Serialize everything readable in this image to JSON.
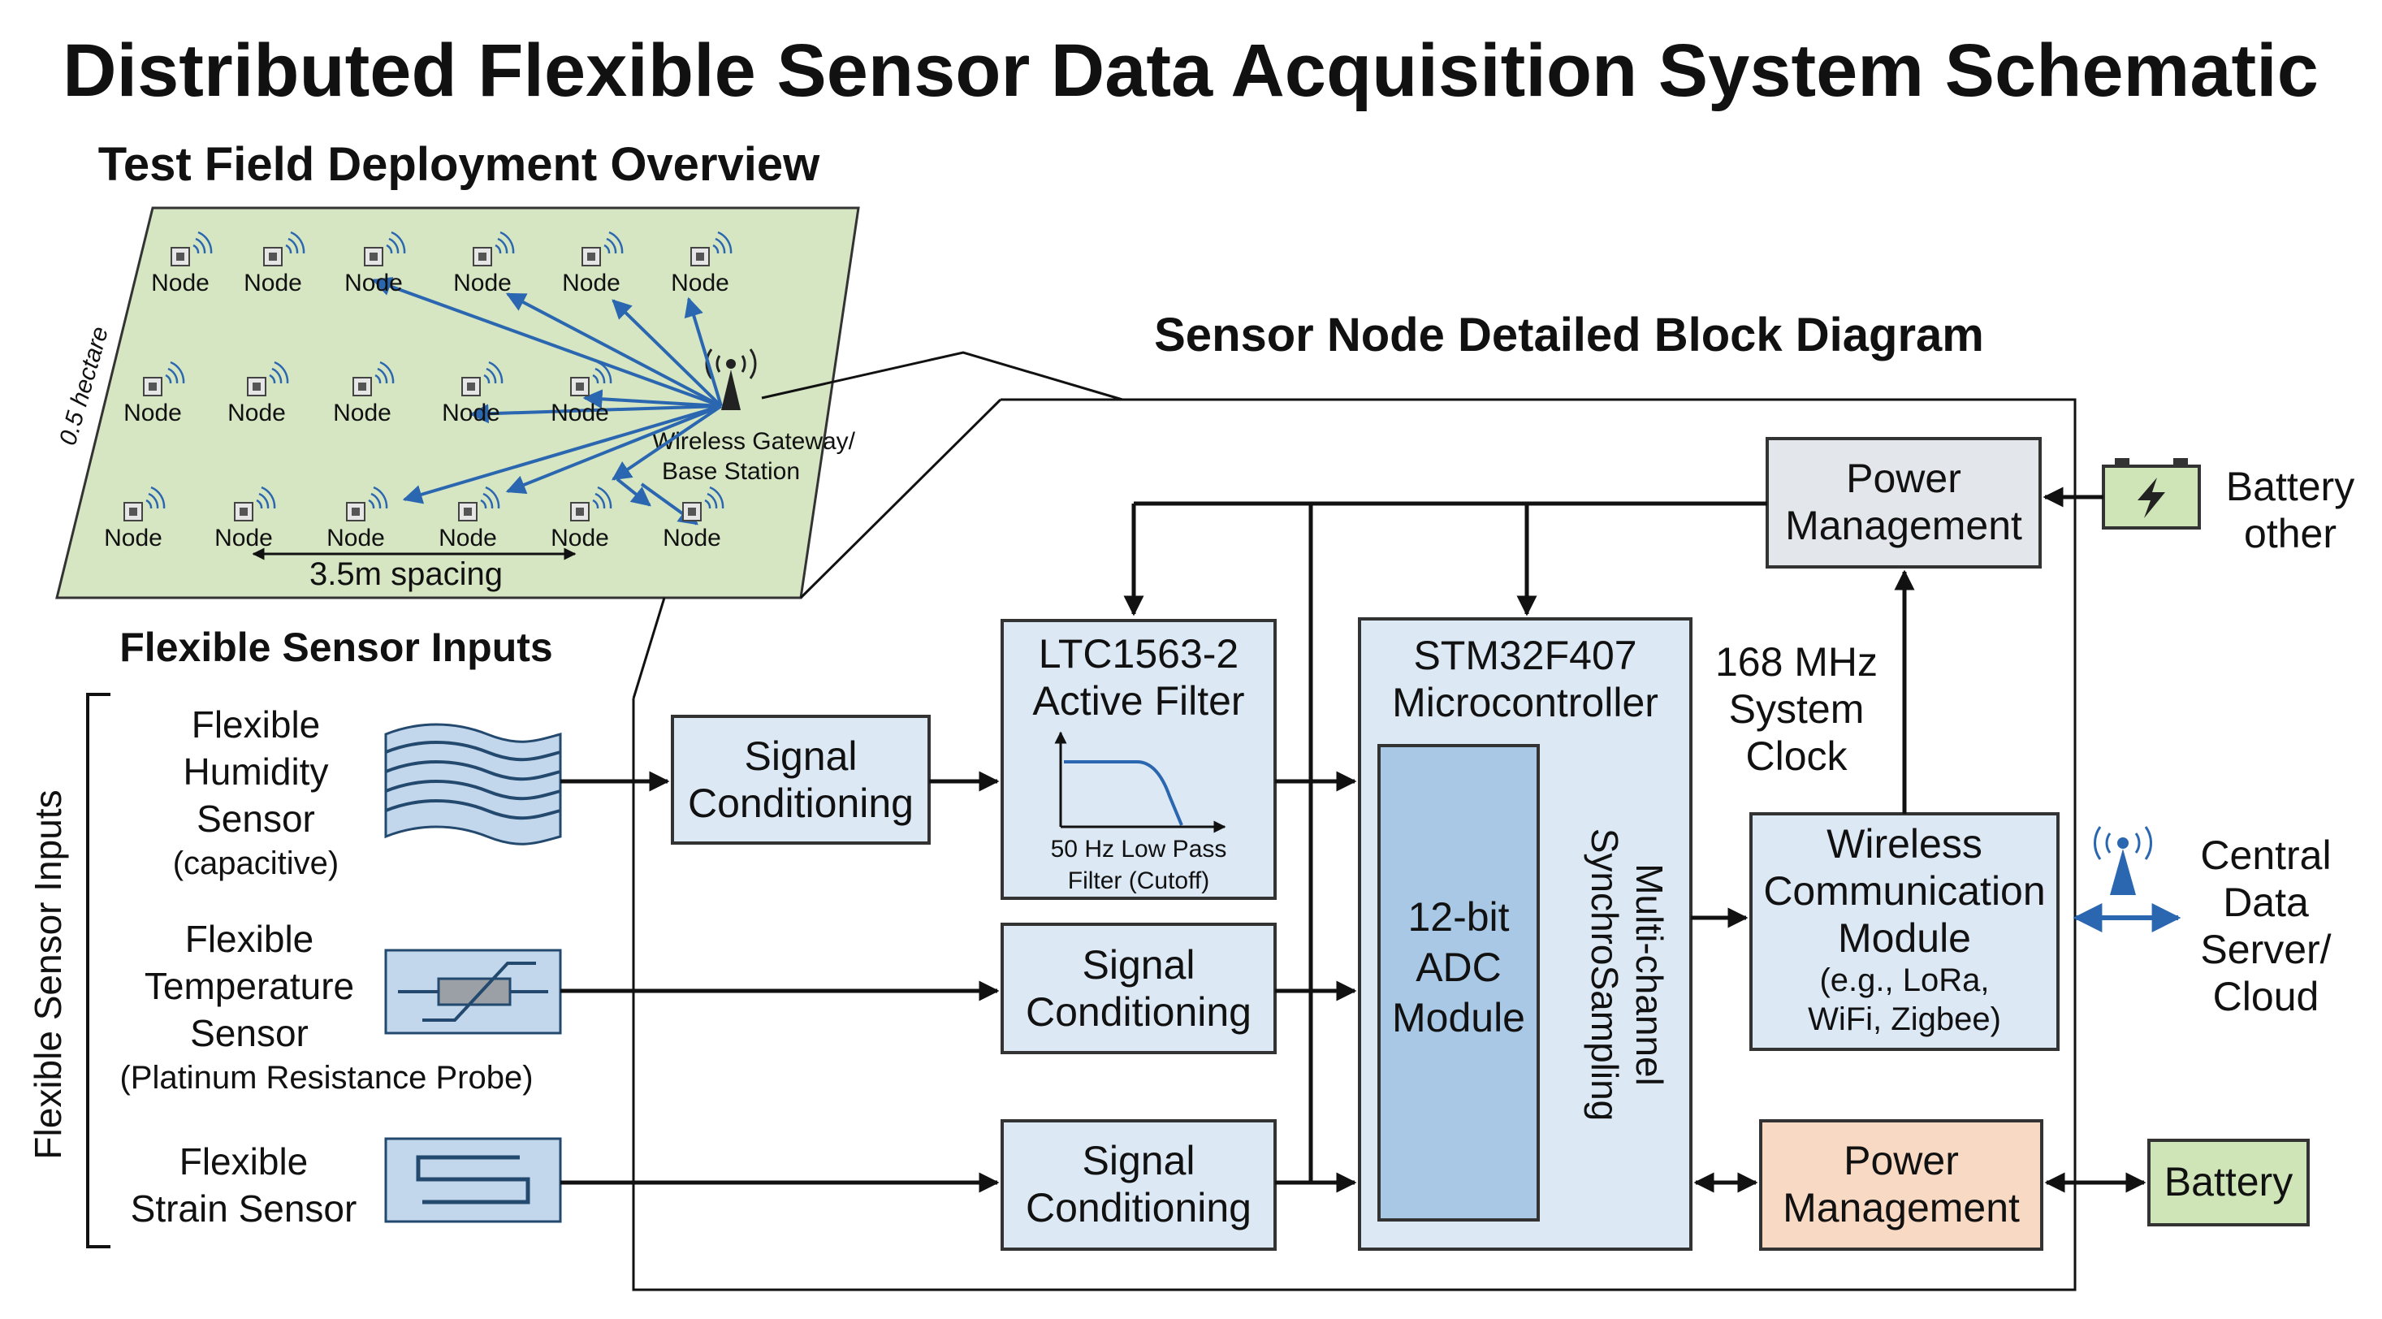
{
  "title": "Distributed Flexible Sensor Data Acquisition System Schematic",
  "field": {
    "heading": "Test Field Deployment Overview",
    "area_label": "0.5 hectare",
    "node_label": "Node",
    "gateway_line1": "Wireless Gateway/",
    "gateway_line2": "Base Station",
    "spacing_label": "3.5m spacing"
  },
  "inputs": {
    "heading": "Flexible Sensor Inputs",
    "side_label": "Flexible Sensor Inputs",
    "humidity": {
      "line1": "Flexible",
      "line2": "Humidity",
      "line3": "Sensor",
      "note": "(capacitive)"
    },
    "temperature": {
      "line1": "Flexible",
      "line2": "Temperature",
      "line3": "Sensor",
      "note": "(Platinum Resistance Probe)"
    },
    "strain": {
      "line1": "Flexible",
      "line2": "Strain Sensor"
    }
  },
  "block": {
    "heading": "Sensor Node Detailed Block Diagram",
    "signal_conditioning_1": [
      "Signal",
      "Conditioning"
    ],
    "signal_conditioning_2": [
      "Signal",
      "Conditioning"
    ],
    "signal_conditioning_3": [
      "Signal",
      "Conditioning"
    ],
    "filter": {
      "line1": "LTC1563-2",
      "line2": "Active Filter",
      "note1": "50 Hz Low Pass",
      "note2": "Filter (Cutoff)"
    },
    "mcu": {
      "line1": "STM32F407",
      "line2": "Microcontroller"
    },
    "adc": [
      "12-bit",
      "ADC",
      "Module"
    ],
    "sync": [
      "Multi-channel",
      "SynchroSampling"
    ],
    "clock": [
      "168 MHz",
      "System",
      "Clock"
    ],
    "power_top": [
      "Power",
      "Management"
    ],
    "power_bottom": [
      "Power",
      "Management"
    ],
    "wireless": [
      "Wireless",
      "Communication",
      "Module",
      "(e.g., LoRa,",
      "WiFi, Zigbee)"
    ],
    "battery_top": [
      "Battery",
      "other"
    ],
    "battery_bottom": "Battery",
    "cloud": [
      "Central",
      "Data",
      "Server/",
      "Cloud"
    ]
  },
  "colors": {
    "field_fill": "#d6e6c3",
    "box_blue": "#dce8f4",
    "adc_blue": "#a9c8e6",
    "power_gray": "#e3e6ea",
    "power_orange": "#f8d9c4",
    "battery_green": "#cfe5b8",
    "link_blue": "#2b67b0"
  }
}
